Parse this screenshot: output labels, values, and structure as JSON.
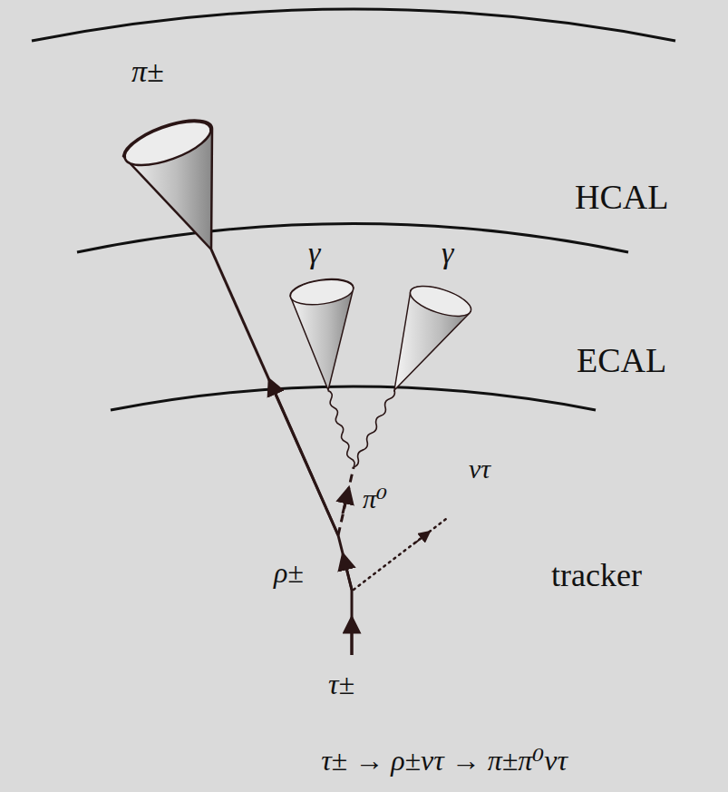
{
  "diagram": {
    "caption": "τ± → ρ±ντ → π±π⁰ντ",
    "labels": [
      "π±",
      "HCAL",
      "γ",
      "γ",
      "ECAL",
      "ντ",
      "π⁰",
      "ρ±",
      "tracker",
      "τ±"
    ]
  }
}
